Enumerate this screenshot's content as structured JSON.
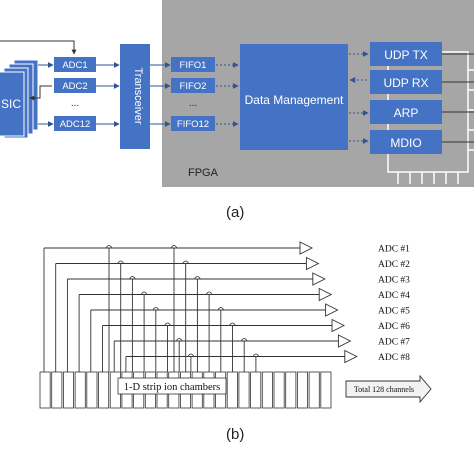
{
  "panel_a": {
    "caption": "(a)",
    "fpga_label": "FPGA",
    "asic_label": "SIC",
    "adc_blocks": [
      "ADC1",
      "ADC2",
      "...",
      "ADC12"
    ],
    "transceiver_label": "Transceiver",
    "fifo_blocks": [
      "FIFO1",
      "FIFO2",
      "...",
      "FIFO12"
    ],
    "data_management_label": "Data Management",
    "right_blocks": [
      "UDP TX",
      "UDP RX",
      "ARP",
      "MDIO"
    ],
    "colors": {
      "block": "#4472c4",
      "fpga_bg": "#a6a6a6",
      "arrow": "#2f5597"
    }
  },
  "panel_b": {
    "caption": "(b)",
    "adc_labels": [
      "ADC #1",
      "ADC #2",
      "ADC #3",
      "ADC #4",
      "ADC #5",
      "ADC #6",
      "ADC #7",
      "ADC #8"
    ],
    "chamber_label": "1-D strip ion chambers",
    "total_label": "Total 128 channels"
  }
}
